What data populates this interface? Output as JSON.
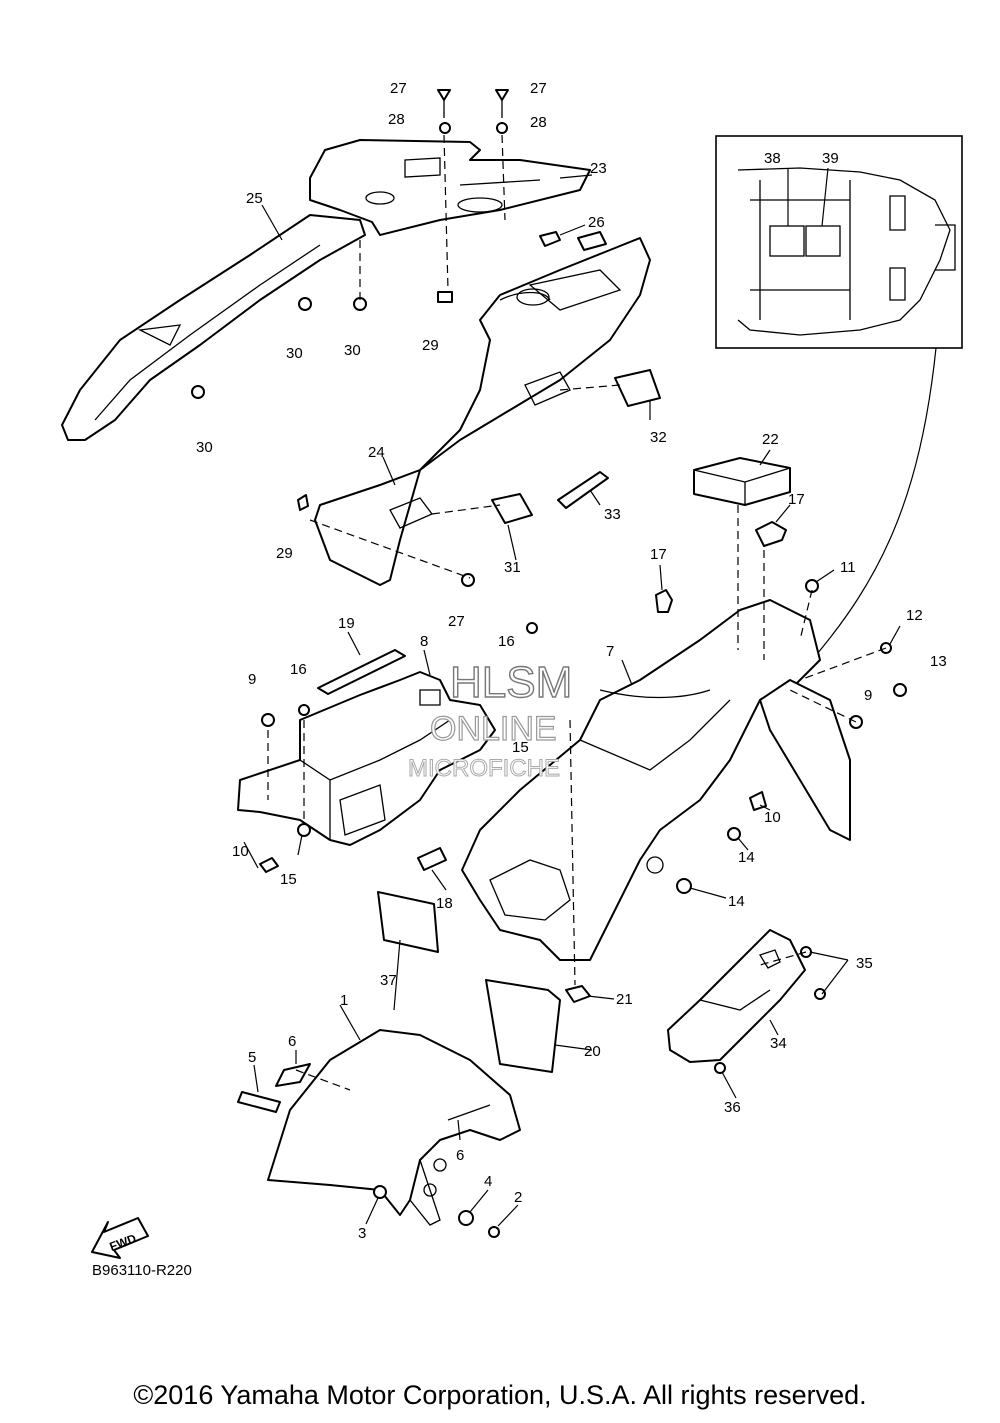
{
  "diagram": {
    "code": "B963110-R220",
    "fwd_label": "FWD",
    "copyright": "©2016 Yamaha Motor Corporation, U.S.A. All rights reserved.",
    "watermark": {
      "line1": "HLSM",
      "line2": "ONLINE",
      "line3": "MICROFICHE"
    },
    "callouts": [
      "1",
      "2",
      "3",
      "4",
      "5",
      "6",
      "6",
      "7",
      "8",
      "9",
      "9",
      "10",
      "10",
      "11",
      "12",
      "13",
      "14",
      "14",
      "15",
      "15",
      "16",
      "16",
      "17",
      "17",
      "18",
      "19",
      "20",
      "21",
      "22",
      "23",
      "24",
      "25",
      "26",
      "27",
      "27",
      "27",
      "28",
      "28",
      "29",
      "29",
      "30",
      "30",
      "30",
      "31",
      "32",
      "33",
      "34",
      "35",
      "36",
      "37",
      "38",
      "39"
    ]
  }
}
